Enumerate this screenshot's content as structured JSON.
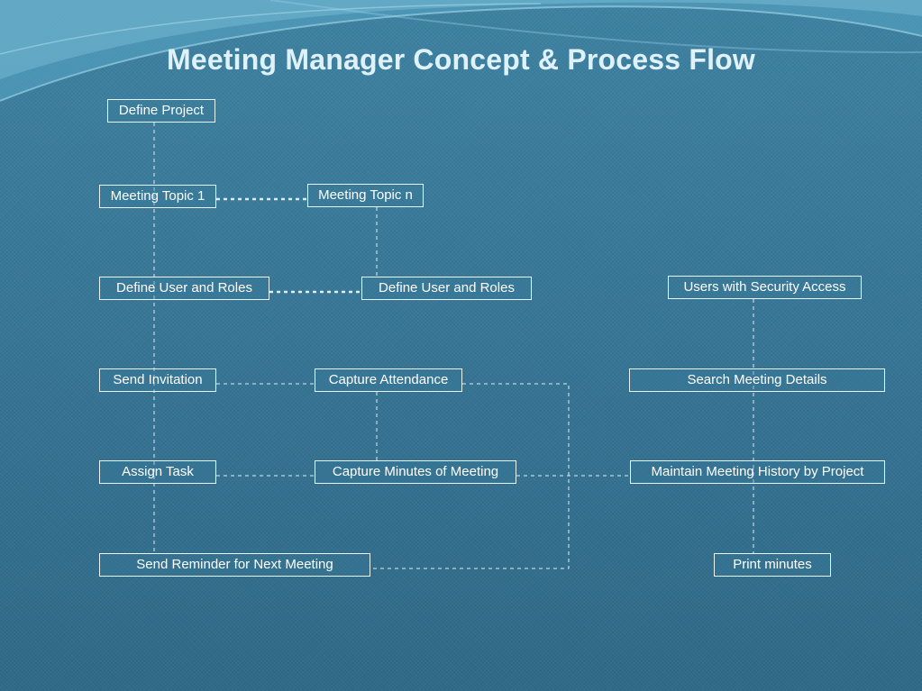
{
  "title": "Meeting Manager Concept & Process Flow",
  "nodes": {
    "define_project": "Define Project",
    "meeting_topic_1": "Meeting Topic 1",
    "meeting_topic_n": "Meeting Topic n",
    "define_user_roles_1": "Define User and Roles",
    "define_user_roles_2": "Define User and Roles",
    "users_security_access": "Users with Security Access",
    "send_invitation": "Send Invitation",
    "capture_attendance": "Capture Attendance",
    "search_meeting_details": "Search Meeting Details",
    "assign_task": "Assign Task",
    "capture_minutes": "Capture Minutes of Meeting",
    "maintain_history": "Maintain Meeting History by Project",
    "send_reminder": "Send Reminder for Next Meeting",
    "print_minutes": "Print minutes"
  },
  "colors": {
    "background": "#3a7a9a",
    "title": "#dff2fb",
    "node_border": "#e9f4f9",
    "connector": "#dceef7"
  }
}
